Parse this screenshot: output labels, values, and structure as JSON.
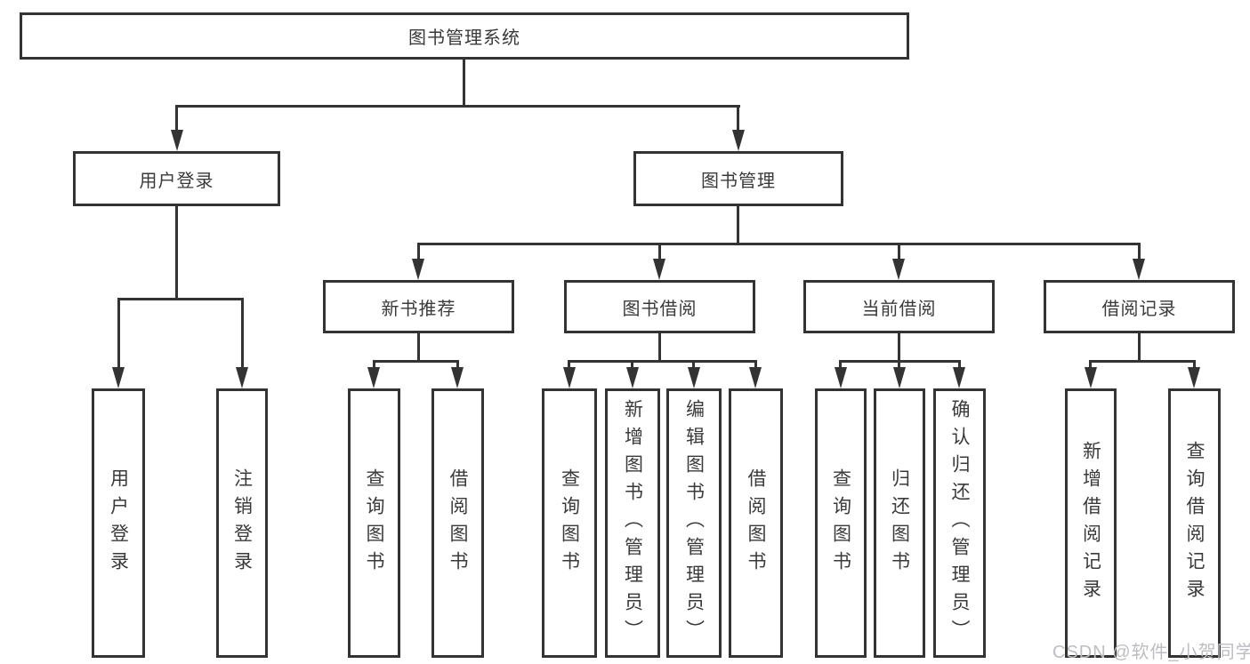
{
  "tree": {
    "root": "图书管理系统",
    "children": [
      {
        "label": "用户登录",
        "children": [
          "用户登录",
          "注销登录"
        ]
      },
      {
        "label": "图书管理",
        "children": [
          {
            "label": "新书推荐",
            "children": [
              "查询图书",
              "借阅图书"
            ]
          },
          {
            "label": "图书借阅",
            "children": [
              "查询图书",
              "新增图书（管理员）",
              "编辑图书（管理员）",
              "借阅图书"
            ]
          },
          {
            "label": "当前借阅",
            "children": [
              "查询图书",
              "归还图书",
              "确认归还（管理员）"
            ]
          },
          {
            "label": "借阅记录",
            "children": [
              "新增借阅记录",
              "查询借阅记录"
            ]
          }
        ]
      }
    ]
  },
  "watermark": {
    "text": "CSDN @软件_小贺同学"
  },
  "colors": {
    "line": "#333333",
    "node_border": "#333333",
    "watermark": "#bdbdc2"
  }
}
